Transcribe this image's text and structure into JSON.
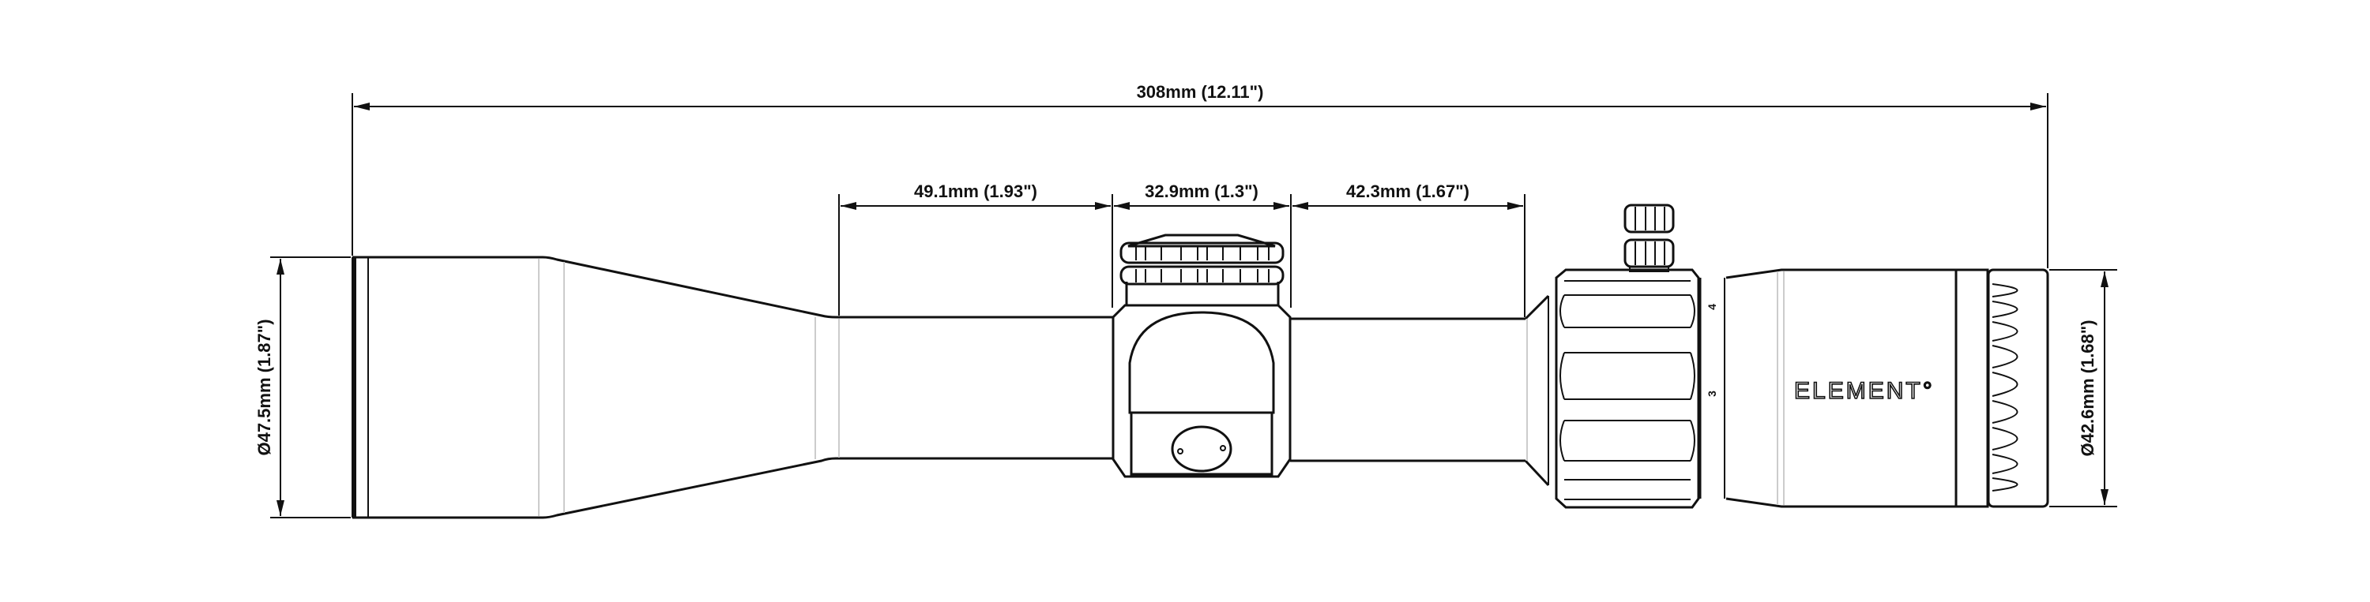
{
  "dimensions": {
    "overall_length": "308mm  (12.11\")",
    "objective_to_saddle": "49.1mm  (1.93\")",
    "saddle_width": "32.9mm   (1.3\")",
    "saddle_to_power_ring": "42.3mm  (1.67\")",
    "objective_diameter": "Ø47.5mm  (1.87\")",
    "eyepiece_diameter": "Ø42.6mm  (1.68\")"
  },
  "power_ring": {
    "mark_upper": "4",
    "mark_lower": "3"
  },
  "brand": "ELEMENT°"
}
